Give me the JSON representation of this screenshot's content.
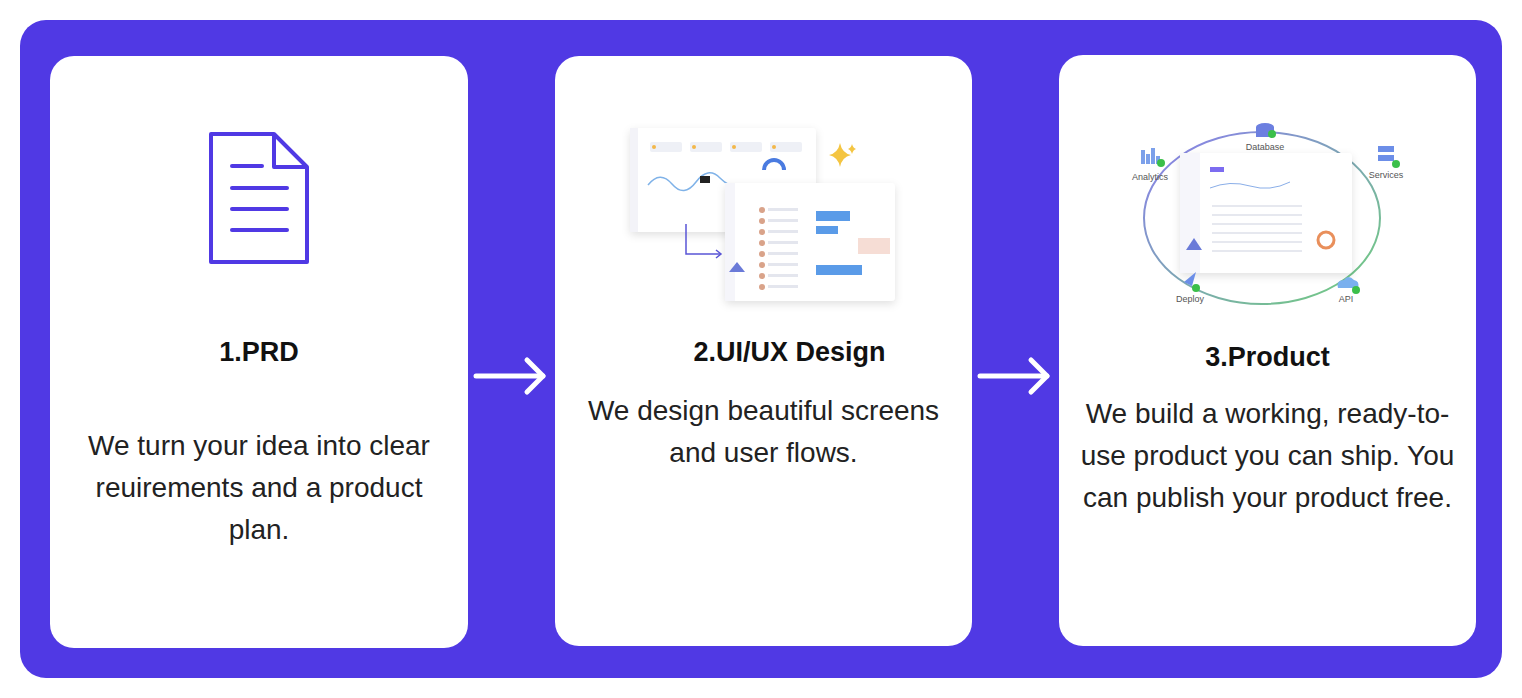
{
  "diagram": {
    "nodes": [
      {
        "text": [
          "1.PRD",
          "We turn your idea into clear reuirements and a product plan."
        ]
      },
      {
        "text": [
          "2.UI/UX Design",
          "We design beautiful screens and user flows."
        ]
      },
      {
        "text": [
          "3.Product",
          "We build a working, ready-to-use product you can ship. You can publish your product free."
        ]
      }
    ],
    "edges": [
      {
        "from": 0,
        "to": 1,
        "arrow": "to"
      },
      {
        "from": 1,
        "to": 2,
        "arrow": "to"
      }
    ],
    "labels": [
      "Database",
      "Analytics",
      "Services",
      "Deploy",
      "API"
    ]
  }
}
